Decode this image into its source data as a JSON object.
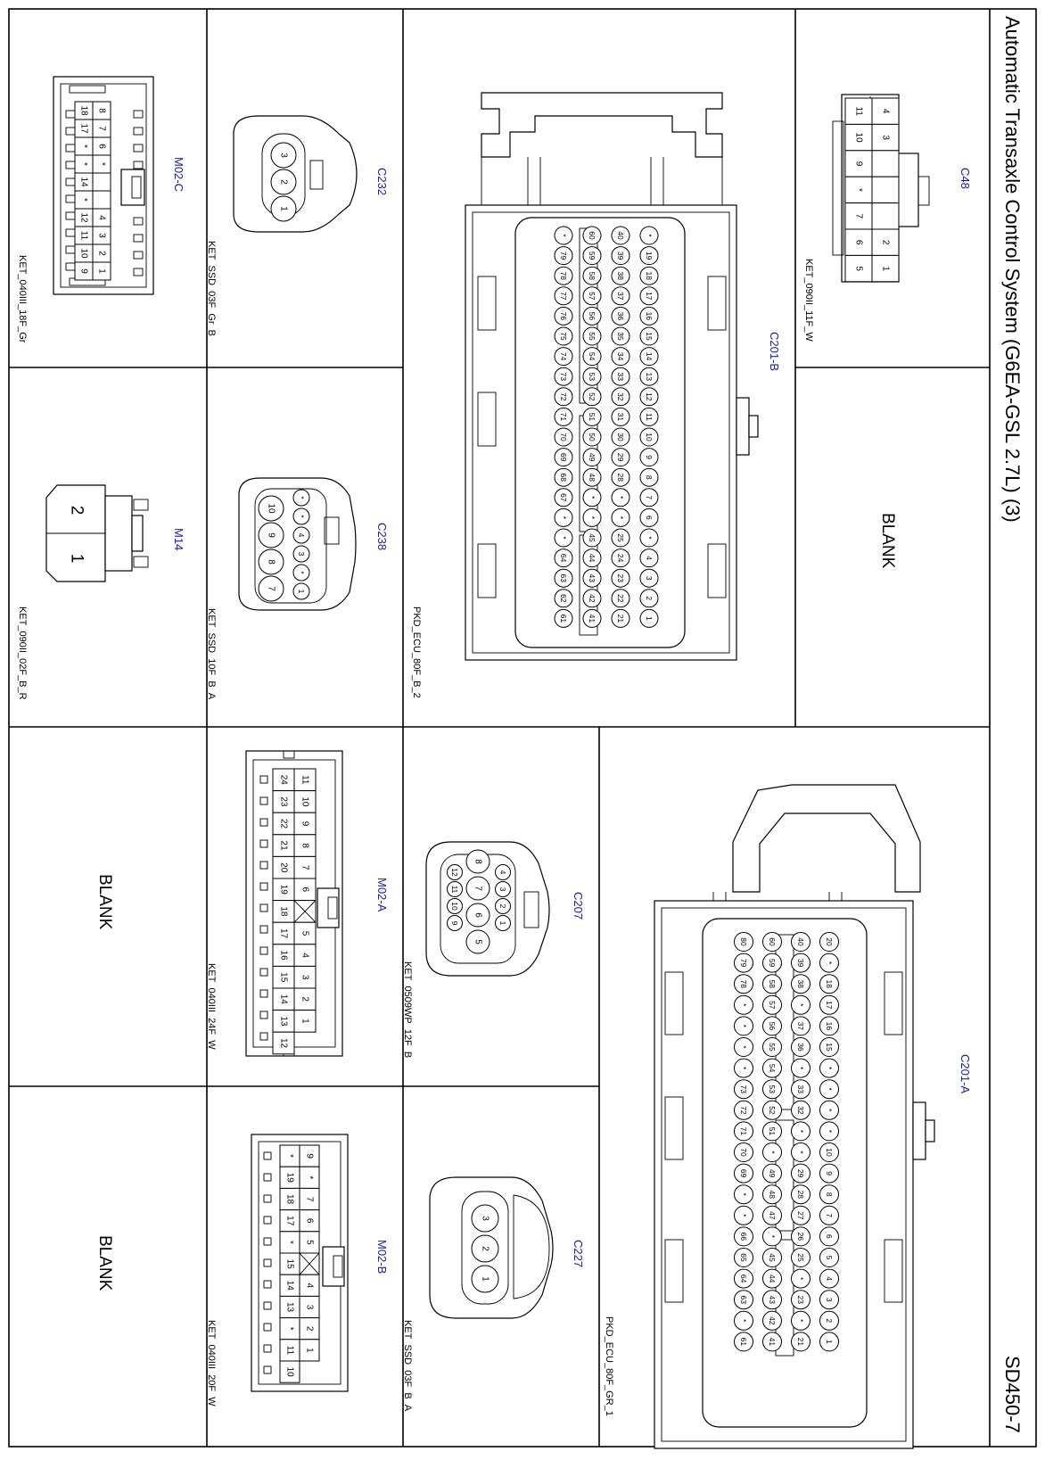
{
  "title": "Automatic Transaxle Control System (G6EA-GSL 2.7L) (3)",
  "sheet_number": "SD450-7",
  "blank_label": "BLANK",
  "connectors": {
    "C48": {
      "name": "C48",
      "code": "KET_090II_11F_W",
      "rows": [
        [
          "4",
          "3",
          "",
          "",
          "",
          "2",
          "1"
        ],
        [
          "11",
          "10",
          "9",
          "*",
          "7",
          "6",
          "5"
        ]
      ]
    },
    "C201B": {
      "name": "C201-B",
      "code": "PKD_ECU_80F_B_2",
      "rows": [
        [
          "*",
          "19",
          "18",
          "17",
          "16",
          "15",
          "14",
          "13",
          "12",
          "11",
          "10",
          "9",
          "8",
          "7",
          "6",
          "*",
          "4",
          "3",
          "2",
          "1"
        ],
        [
          "40",
          "39",
          "38",
          "37",
          "36",
          "35",
          "34",
          "33",
          "32",
          "31",
          "30",
          "29",
          "28",
          "*",
          "*",
          "25",
          "24",
          "23",
          "22",
          "21"
        ],
        [
          "60",
          "59",
          "58",
          "57",
          "56",
          "55",
          "54",
          "53",
          "52",
          "51",
          "50",
          "49",
          "48",
          "*",
          "*",
          "45",
          "44",
          "43",
          "42",
          "41"
        ],
        [
          "*",
          "79",
          "78",
          "77",
          "76",
          "75",
          "74",
          "73",
          "72",
          "71",
          "70",
          "69",
          "68",
          "67",
          "*",
          "*",
          "64",
          "63",
          "62",
          "61"
        ]
      ]
    },
    "C232": {
      "name": "C232",
      "code": "KET_SSD_03F_Gr_B",
      "pins": [
        "3",
        "2",
        "1"
      ]
    },
    "C238": {
      "name": "C238",
      "code": "KET_SSD_10F_B_A",
      "small": [
        "*",
        "*",
        "4",
        "3",
        "*",
        "1"
      ],
      "large": [
        "10",
        "9",
        "8",
        "7"
      ]
    },
    "M02C": {
      "name": "M02-C",
      "code": "KET_040III_18F_Gr",
      "rows": [
        [
          "8",
          "7",
          "6",
          "*",
          "",
          "",
          "4",
          "3",
          "2",
          "1"
        ],
        [
          "18",
          "17",
          "*",
          "*",
          "14",
          "*",
          "12",
          "11",
          "10",
          "9"
        ]
      ]
    },
    "M14": {
      "name": "M14",
      "code": "KET_090II_02F_B_R",
      "pins": [
        "2",
        "1"
      ]
    },
    "C201A": {
      "name": "C201-A",
      "code": "PKD_ECU_80F_GR_1",
      "rows": [
        [
          "20",
          "*",
          "18",
          "17",
          "16",
          "15",
          "*",
          "*",
          "*",
          "*",
          "10",
          "9",
          "8",
          "7",
          "6",
          "5",
          "4",
          "3",
          "2",
          "1"
        ],
        [
          "40",
          "39",
          "38",
          "*",
          "37",
          "36",
          "*",
          "33",
          "32",
          "*",
          "*",
          "29",
          "28",
          "27",
          "26",
          "25",
          "*",
          "23",
          "*",
          "21"
        ],
        [
          "60",
          "59",
          "58",
          "57",
          "56",
          "55",
          "54",
          "53",
          "52",
          "51",
          "*",
          "49",
          "48",
          "47",
          "*",
          "45",
          "44",
          "43",
          "42",
          "41"
        ],
        [
          "80",
          "79",
          "78",
          "*",
          "*",
          "*",
          "*",
          "73",
          "72",
          "71",
          "70",
          "69",
          "*",
          "*",
          "66",
          "65",
          "64",
          "63",
          "*",
          "61"
        ]
      ]
    },
    "C207": {
      "name": "C207",
      "code": "KET_0509WP_12F_B",
      "small": [
        "4",
        "3",
        "2",
        "1",
        "12",
        "11",
        "10",
        "9"
      ],
      "large": [
        "8",
        "7",
        "6",
        "5"
      ]
    },
    "C227": {
      "name": "C227",
      "code": "KET_SSD_03F_B_A",
      "pins": [
        "3",
        "2",
        "1"
      ]
    },
    "M02A": {
      "name": "M02-A",
      "code": "KET_040III_24F_W",
      "rows": [
        [
          "11",
          "10",
          "9",
          "8",
          "7",
          "6",
          "",
          "5",
          "4",
          "3",
          "2",
          "1"
        ],
        [
          "24",
          "23",
          "22",
          "21",
          "20",
          "19",
          "18",
          "17",
          "16",
          "15",
          "14",
          "13",
          "12"
        ]
      ]
    },
    "M02B": {
      "name": "M02-B",
      "code": "KET_040III_20F_W",
      "rows": [
        [
          "9",
          "*",
          "7",
          "6",
          "5",
          "",
          "4",
          "3",
          "2",
          "1"
        ],
        [
          "*",
          "19",
          "18",
          "17",
          "*",
          "15",
          "14",
          "13",
          "*",
          "11",
          "10"
        ]
      ]
    }
  }
}
